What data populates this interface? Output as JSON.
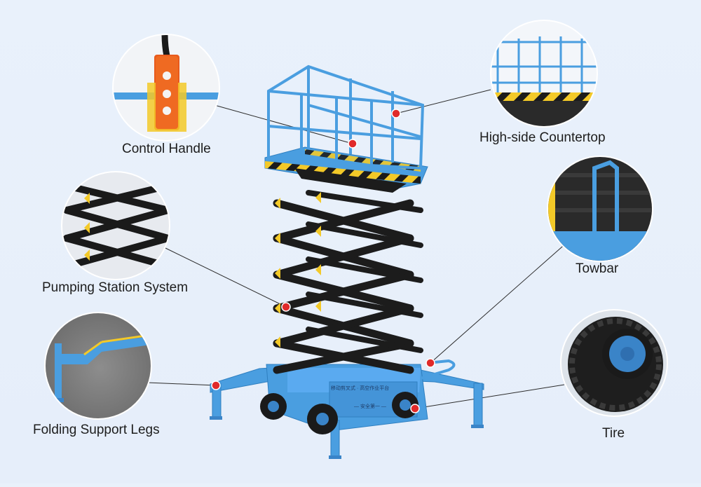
{
  "colors": {
    "background": "#e8f0fa",
    "frame_blue": "#4a9ee0",
    "scissor_black": "#1c1c1c",
    "hazard_yellow": "#f3c928",
    "marker_red": "#e02a2a",
    "handle_orange": "#e85a1c"
  },
  "callouts": [
    {
      "id": "control-handle",
      "label": "Control Handle",
      "icon": "control-handle-icon"
    },
    {
      "id": "high-side-countertop",
      "label": "High-side Countertop",
      "icon": "railing-platform-icon"
    },
    {
      "id": "pumping-station-system",
      "label": "Pumping Station System",
      "icon": "scissor-arms-icon"
    },
    {
      "id": "towbar",
      "label": "Towbar",
      "icon": "towbar-icon"
    },
    {
      "id": "folding-support-legs",
      "label": "Folding Support Legs",
      "icon": "support-leg-icon"
    },
    {
      "id": "tire",
      "label": "Tire",
      "icon": "tire-icon"
    }
  ],
  "machine": {
    "base_text_1": "移动剪叉式 · 高空作业平台",
    "base_text_2": "— 安全第一 —",
    "base_icon": "scissor-lift-icon"
  }
}
